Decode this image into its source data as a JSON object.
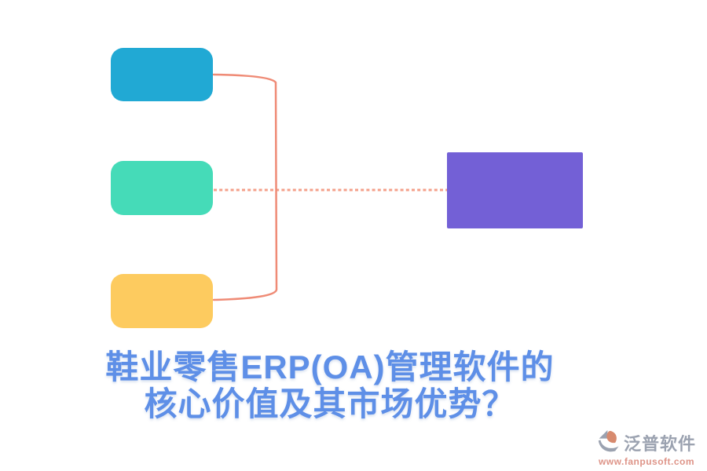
{
  "page": {
    "background_color": "#ffffff"
  },
  "title": {
    "line1": "鞋业零售ERP(OA)管理软件的",
    "line2": "核心价值及其市场优势？",
    "color": "#5E8FE7"
  },
  "diagram": {
    "boxes": {
      "top": {
        "label": "",
        "color": "#21A9D4"
      },
      "middle": {
        "label": "",
        "color": "#45DBB8"
      },
      "bottom": {
        "label": "",
        "color": "#FDCB5F"
      },
      "right": {
        "label": "",
        "color": "#7360D6"
      }
    },
    "connectors": {
      "bracket_color": "#EF8B76",
      "dotted_color": "#F4A08A"
    }
  },
  "watermark": {
    "brand": "泛普软件",
    "brand_color": "#9BA2B0",
    "url": "www.fanpusoft.com",
    "url_color": "#DE9488",
    "logo_gray": "#9BA2B0",
    "logo_orange": "#D78A6E"
  }
}
